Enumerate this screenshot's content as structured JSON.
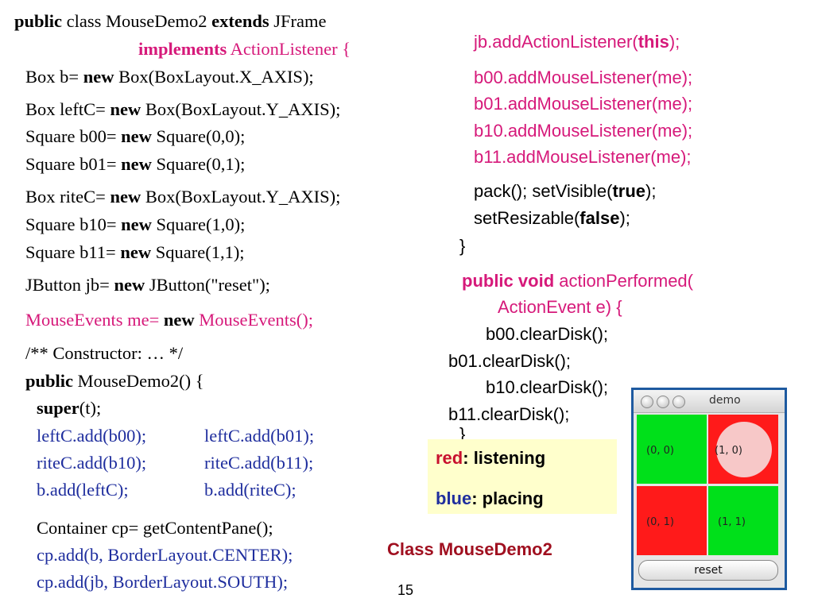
{
  "slide": {
    "left_code": [
      {
        "id": "l1",
        "segs": [
          {
            "t": "public",
            "b": true
          },
          {
            "t": " class MouseDemo2 "
          },
          {
            "t": "extends",
            "b": true
          },
          {
            "t": " JFrame"
          }
        ]
      },
      {
        "id": "l2",
        "segs": [
          {
            "t": "implements",
            "b": true,
            "c": "pink"
          },
          {
            "t": " ActionListener {",
            "c": "pink"
          }
        ]
      },
      {
        "id": "l3",
        "segs": [
          {
            "t": "Box b= "
          },
          {
            "t": "new",
            "b": true
          },
          {
            "t": " Box(BoxLayout.X_AXIS);"
          }
        ]
      },
      {
        "id": "l4",
        "segs": [
          {
            "t": "Box leftC= "
          },
          {
            "t": "new",
            "b": true
          },
          {
            "t": " Box(BoxLayout.Y_AXIS);"
          }
        ]
      },
      {
        "id": "l5",
        "segs": [
          {
            "t": "Square b00= "
          },
          {
            "t": "new",
            "b": true
          },
          {
            "t": " Square(0,0);"
          }
        ]
      },
      {
        "id": "l6",
        "segs": [
          {
            "t": "Square b01= "
          },
          {
            "t": "new",
            "b": true
          },
          {
            "t": " Square(0,1);"
          }
        ]
      },
      {
        "id": "l7",
        "segs": [
          {
            "t": "Box riteC= "
          },
          {
            "t": "new",
            "b": true
          },
          {
            "t": " Box(BoxLayout.Y_AXIS);"
          }
        ]
      },
      {
        "id": "l8",
        "segs": [
          {
            "t": "Square b10= "
          },
          {
            "t": "new",
            "b": true
          },
          {
            "t": " Square(1,0);"
          }
        ]
      },
      {
        "id": "l9",
        "segs": [
          {
            "t": "Square b11= "
          },
          {
            "t": "new",
            "b": true
          },
          {
            "t": " Square(1,1);"
          }
        ]
      },
      {
        "id": "l10",
        "segs": [
          {
            "t": "JButton jb= "
          },
          {
            "t": "new",
            "b": true
          },
          {
            "t": " JButton(\"reset\");"
          }
        ]
      },
      {
        "id": "l11",
        "segs": [
          {
            "t": "MouseEvents me= ",
            "c": "pink"
          },
          {
            "t": "new",
            "b": true
          },
          {
            "t": " MouseEvents();",
            "c": "pink"
          }
        ]
      },
      {
        "id": "l12",
        "segs": [
          {
            "t": "/** Constructor: … */"
          }
        ]
      },
      {
        "id": "l13",
        "segs": [
          {
            "t": "public",
            "b": true
          },
          {
            "t": " MouseDemo2() {"
          }
        ]
      },
      {
        "id": "l14",
        "segs": [
          {
            "t": "super",
            "b": true
          },
          {
            "t": "(t);"
          }
        ]
      },
      {
        "id": "l15a",
        "segs": [
          {
            "t": "leftC.add(b00);",
            "c": "blue"
          }
        ]
      },
      {
        "id": "l15b",
        "segs": [
          {
            "t": "leftC.add(b01);",
            "c": "blue"
          }
        ]
      },
      {
        "id": "l16a",
        "segs": [
          {
            "t": "riteC.add(b10);",
            "c": "blue"
          }
        ]
      },
      {
        "id": "l16b",
        "segs": [
          {
            "t": "riteC.add(b11);",
            "c": "blue"
          }
        ]
      },
      {
        "id": "l17a",
        "segs": [
          {
            "t": "b.add(leftC);",
            "c": "blue"
          }
        ]
      },
      {
        "id": "l17b",
        "segs": [
          {
            "t": "b.add(riteC);",
            "c": "blue"
          }
        ]
      },
      {
        "id": "l18",
        "segs": [
          {
            "t": "Container cp= getContentPane();"
          }
        ]
      },
      {
        "id": "l19",
        "segs": [
          {
            "t": "cp.add(b, BorderLayout.CENTER);",
            "c": "blue"
          }
        ]
      },
      {
        "id": "l20",
        "segs": [
          {
            "t": "cp.add(jb, BorderLayout.SOUTH);",
            "c": "blue"
          }
        ]
      }
    ],
    "right_code": [
      {
        "id": "r1",
        "segs": [
          {
            "t": "jb.addActionListener(",
            "c": "pink"
          },
          {
            "t": "this",
            "b": true,
            "c": "pink"
          },
          {
            "t": ");",
            "c": "pink"
          }
        ]
      },
      {
        "id": "r2",
        "segs": [
          {
            "t": "b00.addMouseListener(me);",
            "c": "pink"
          }
        ]
      },
      {
        "id": "r3",
        "segs": [
          {
            "t": "b01.addMouseListener(me);",
            "c": "pink"
          }
        ]
      },
      {
        "id": "r4",
        "segs": [
          {
            "t": "b10.addMouseListener(me);",
            "c": "pink"
          }
        ]
      },
      {
        "id": "r5",
        "segs": [
          {
            "t": "b11.addMouseListener(me);",
            "c": "pink"
          }
        ]
      },
      {
        "id": "r6",
        "segs": [
          {
            "t": "pack(); setVisible("
          },
          {
            "t": "true",
            "b": true
          },
          {
            "t": ");"
          }
        ]
      },
      {
        "id": "r7",
        "segs": [
          {
            "t": "setResizable("
          },
          {
            "t": "false",
            "b": true
          },
          {
            "t": ");"
          }
        ]
      },
      {
        "id": "r8",
        "segs": [
          {
            "t": "}"
          }
        ]
      },
      {
        "id": "r9",
        "segs": [
          {
            "t": "public",
            "b": true,
            "c": "pink"
          },
          {
            "t": " "
          },
          {
            "t": "void",
            "b": true,
            "c": "pink"
          },
          {
            "t": " actionPerformed(",
            "c": "pink"
          }
        ]
      },
      {
        "id": "r10",
        "segs": [
          {
            "t": "ActionEvent e) {",
            "c": "pink"
          }
        ]
      },
      {
        "id": "r11",
        "segs": [
          {
            "t": "b00.clearDisk();"
          }
        ]
      },
      {
        "id": "r12",
        "segs": [
          {
            "t": "b01.clearDisk();"
          }
        ]
      },
      {
        "id": "r13",
        "segs": [
          {
            "t": "b10.clearDisk();"
          }
        ]
      },
      {
        "id": "r14",
        "segs": [
          {
            "t": "b11.clearDisk();"
          }
        ]
      },
      {
        "id": "r15",
        "segs": [
          {
            "t": "}"
          }
        ]
      }
    ],
    "legend": {
      "red_word": "red",
      "red_rest": ": listening",
      "blue_word": "blue",
      "blue_rest": ": placing"
    },
    "caption": "Class  MouseDemo2",
    "page_number": "15"
  },
  "demo_window": {
    "title": "demo",
    "cells": [
      {
        "label": "(0, 0)",
        "state": "green",
        "disk": false
      },
      {
        "label": "(1, 0)",
        "state": "red",
        "disk": true
      },
      {
        "label": "(0, 1)",
        "state": "red",
        "disk": false
      },
      {
        "label": "(1, 1)",
        "state": "green",
        "disk": false
      }
    ],
    "reset_label": "reset"
  },
  "colors": {
    "pink": "#d6197a",
    "blue": "#1f2e9e",
    "listening_red": "#c8102e",
    "cell_green": "#00e01a",
    "cell_red": "#ff1a1a",
    "legend_bg": "#ffffcc",
    "window_border": "#1e5aa0"
  }
}
